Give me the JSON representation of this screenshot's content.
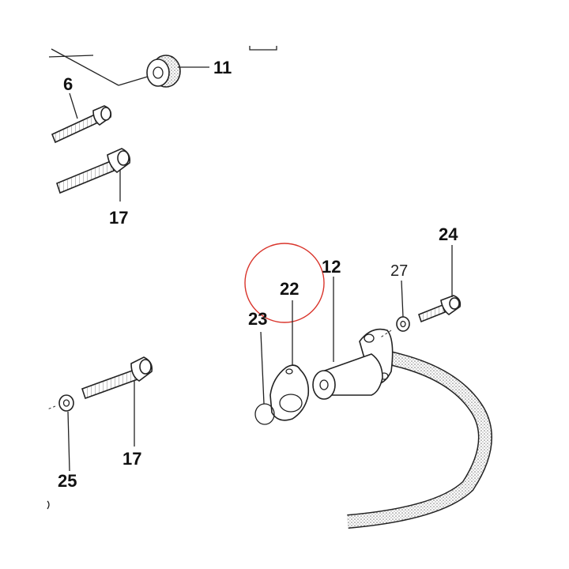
{
  "callouts": {
    "c6": "6",
    "c11": "11",
    "c17_top": "17",
    "c17_bottom": "17",
    "c12": "12",
    "c22": "22",
    "c23": "23",
    "c24": "24",
    "c25": "25",
    "c27": "27"
  },
  "colors": {
    "highlight_circle": "#d9342b",
    "line": "#222222",
    "hose_stipple": "#9a9a9a"
  },
  "highlighted_part": "22"
}
